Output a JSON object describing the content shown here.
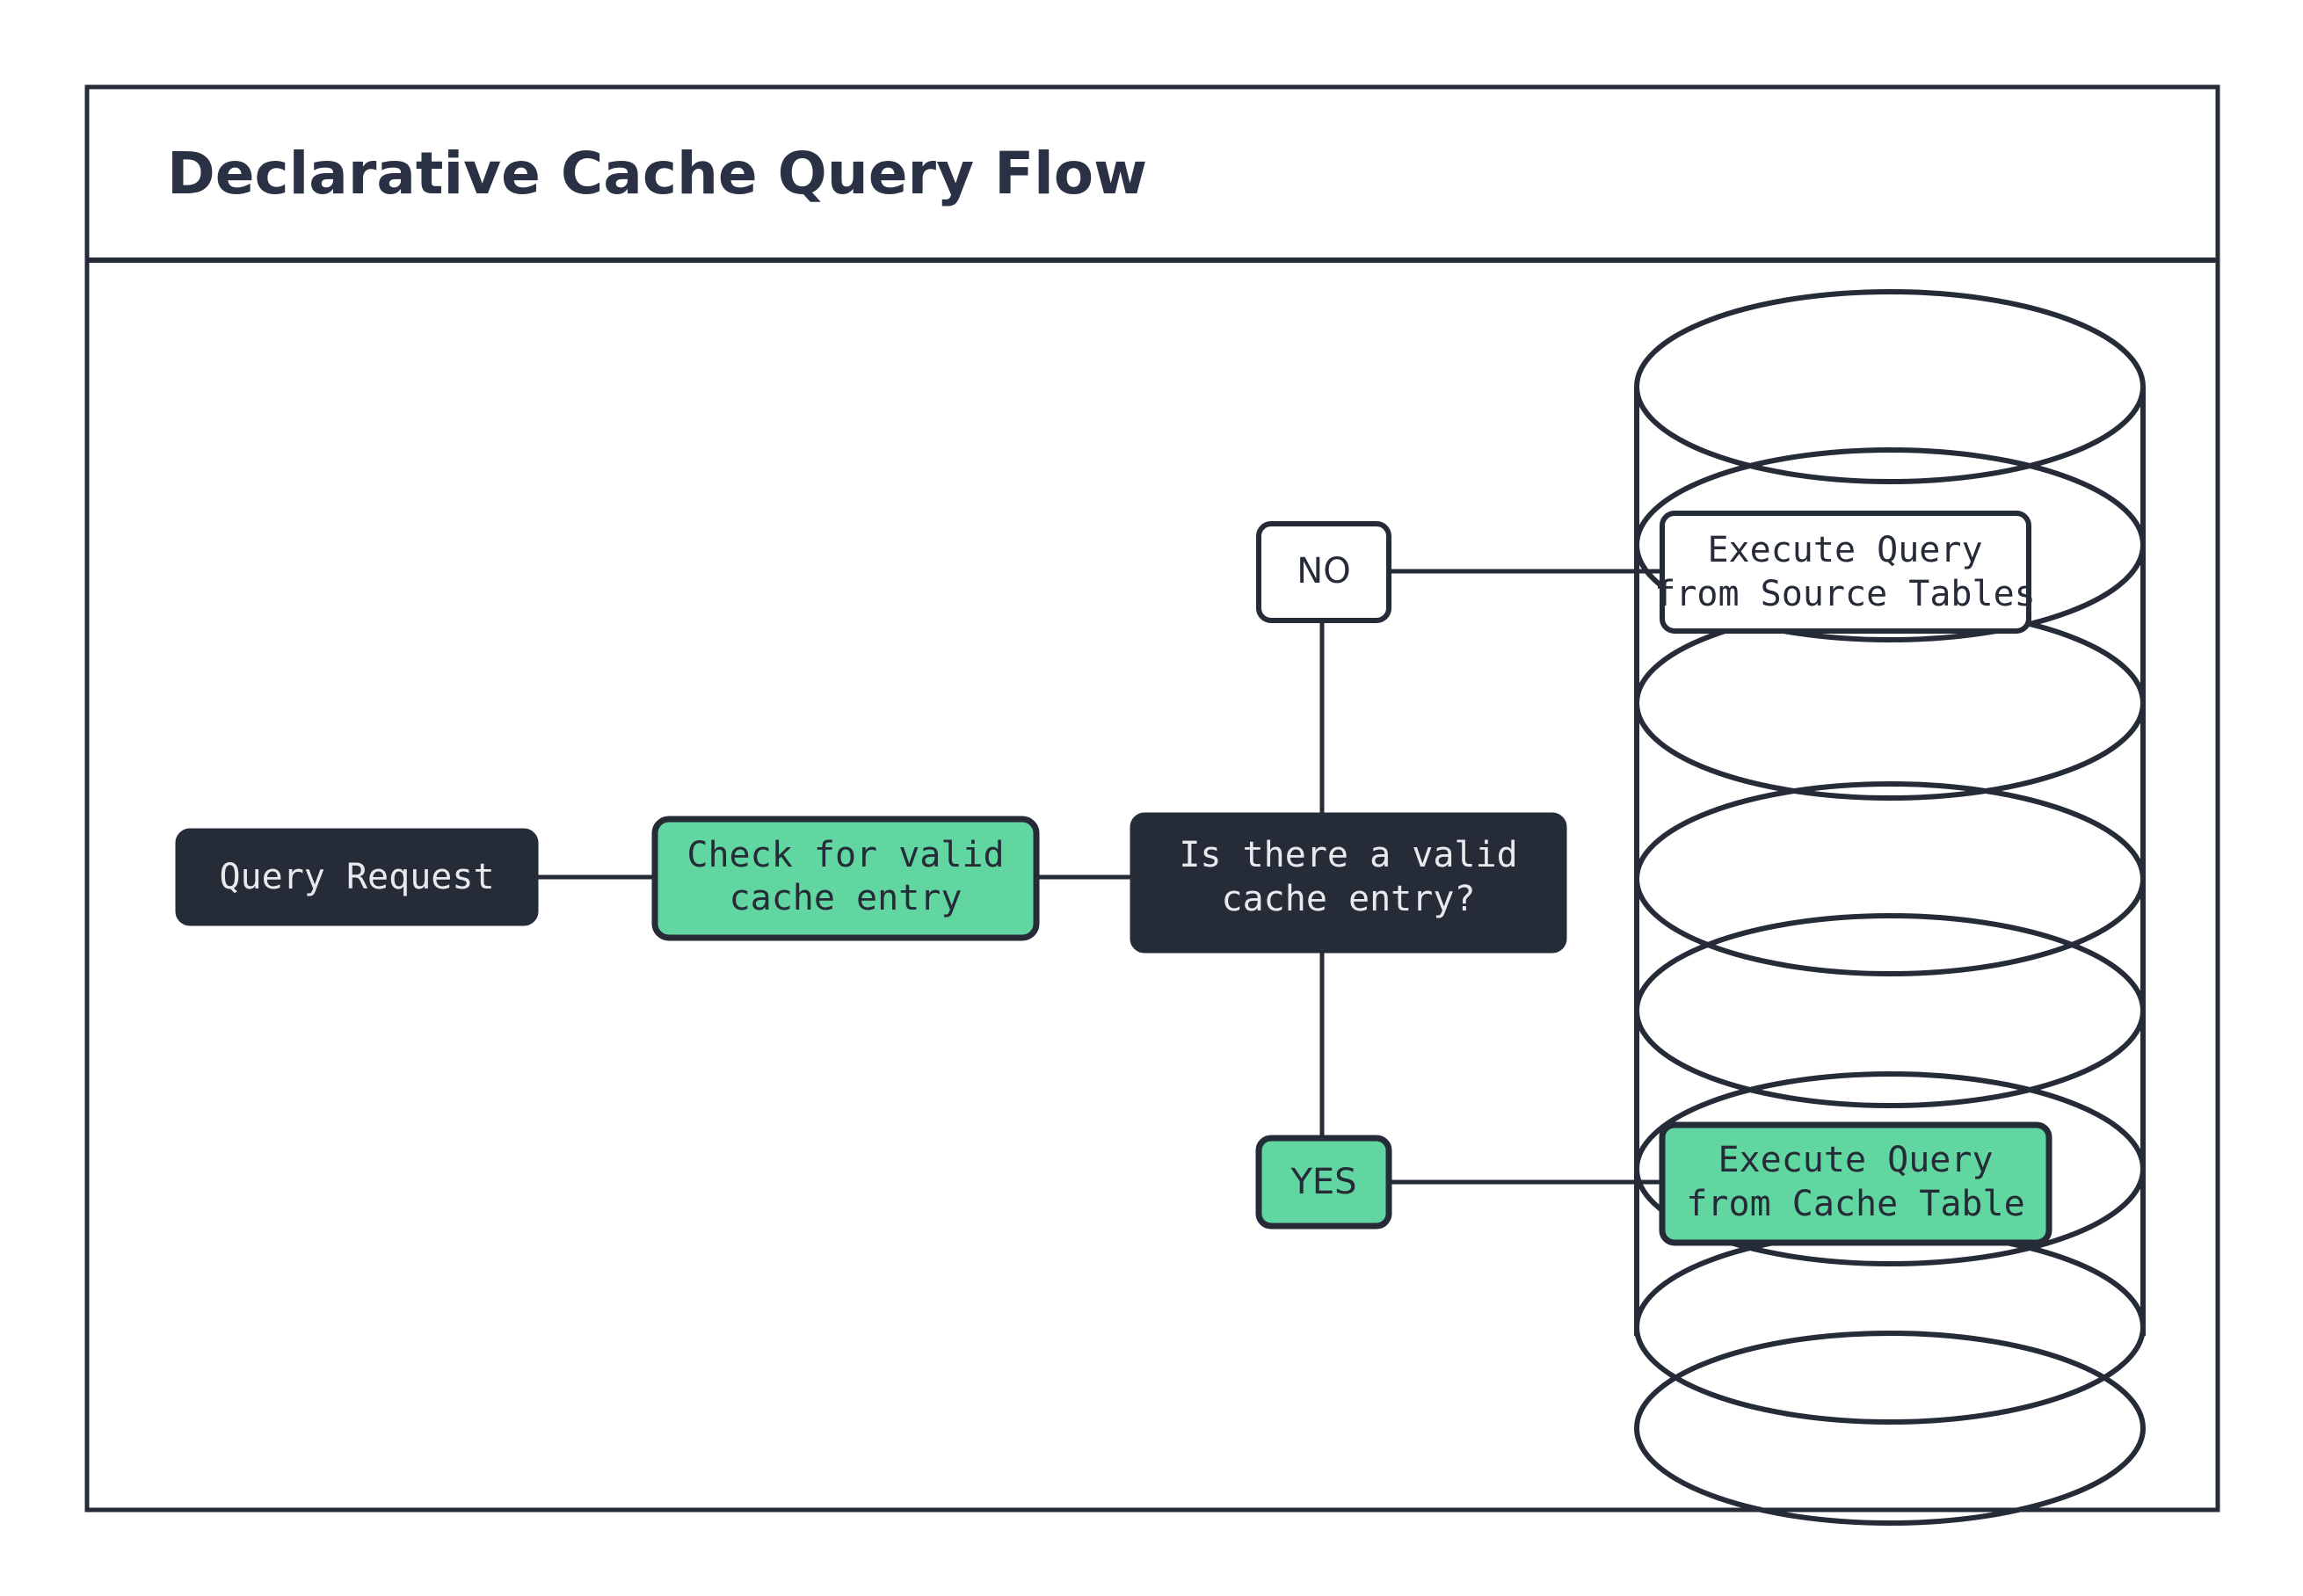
{
  "page": {
    "title": "Declarative Cache Query Flow",
    "background": "#ffffff"
  },
  "colors": {
    "dark": "#262B38",
    "green": "#61D6A0",
    "white": "#FFFFFF",
    "text_on_dark": "#E8E9ED",
    "title_text": "#2B3145"
  },
  "nodes": {
    "query_request": {
      "label": "Query Request",
      "style": "dark"
    },
    "check_cache": {
      "label_line1": "Check for valid",
      "label_line2": "cache entry",
      "style": "green"
    },
    "decision": {
      "label_line1": "Is there a valid",
      "label_line2": "cache entry?",
      "style": "dark"
    },
    "branch_no": {
      "label": "NO",
      "style": "white"
    },
    "branch_yes": {
      "label": "YES",
      "style": "green"
    },
    "source_tables": {
      "label_line1": "Execute Query",
      "label_line2": "from Source Tables",
      "style": "white",
      "container": "database-cylinder"
    },
    "cache_table": {
      "label_line1": "Execute Query",
      "label_line2": "from Cache Table",
      "style": "green",
      "container": "database-cylinder"
    }
  },
  "edges": [
    {
      "from": "query_request",
      "to": "check_cache"
    },
    {
      "from": "check_cache",
      "to": "decision"
    },
    {
      "from": "decision",
      "to": "branch_no"
    },
    {
      "from": "branch_no",
      "to": "source_tables"
    },
    {
      "from": "decision",
      "to": "branch_yes"
    },
    {
      "from": "branch_yes",
      "to": "cache_table"
    }
  ]
}
